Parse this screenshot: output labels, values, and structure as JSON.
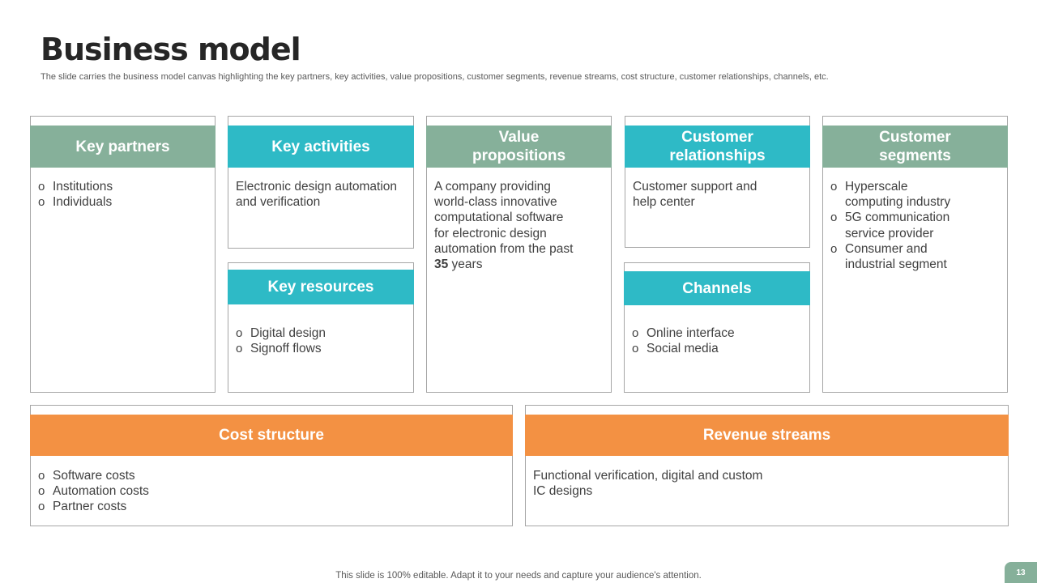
{
  "slide": {
    "title": "Business model",
    "subtitle": "The slide carries the business model canvas highlighting the key partners, key activities, value propositions, customer segments, revenue streams, cost structure, customer relationships, channels, etc.",
    "footer": "This slide is 100% editable. Adapt it to your needs and capture your audience's attention.",
    "page_number": "13"
  },
  "colors": {
    "green": "#86b09a",
    "teal": "#2ebac6",
    "orange": "#f39143",
    "border": "#a6a6a6"
  },
  "icons": {
    "bullet": "bullet-circle-icon"
  },
  "blocks": {
    "key_partners": {
      "title": "Key partners",
      "items": [
        "Institutions",
        "Individuals"
      ]
    },
    "key_activities": {
      "title": "Key activities",
      "text": "Electronic design automation and verification"
    },
    "key_resources": {
      "title": "Key resources",
      "items": [
        "Digital design",
        "Signoff flows"
      ]
    },
    "value_propositions": {
      "title_line1": "Value",
      "title_line2": "propositions",
      "text_before": "A company providing world-class innovative computational software for electronic design automation from the past ",
      "text_bold": "35",
      "text_after": " years"
    },
    "customer_relationships": {
      "title_line1": "Customer",
      "title_line2": "relationships",
      "text": "Customer support and help center"
    },
    "channels": {
      "title": "Channels",
      "items": [
        "Online interface",
        "Social media"
      ]
    },
    "customer_segments": {
      "title_line1": "Customer",
      "title_line2": "segments",
      "items": [
        "Hyperscale computing industry",
        "5G communication service provider",
        "Consumer and industrial segment"
      ]
    },
    "cost_structure": {
      "title": "Cost structure",
      "items": [
        "Software costs",
        "Automation costs",
        "Partner costs"
      ]
    },
    "revenue_streams": {
      "title": "Revenue streams",
      "text": "Functional verification, digital and custom IC designs"
    }
  }
}
